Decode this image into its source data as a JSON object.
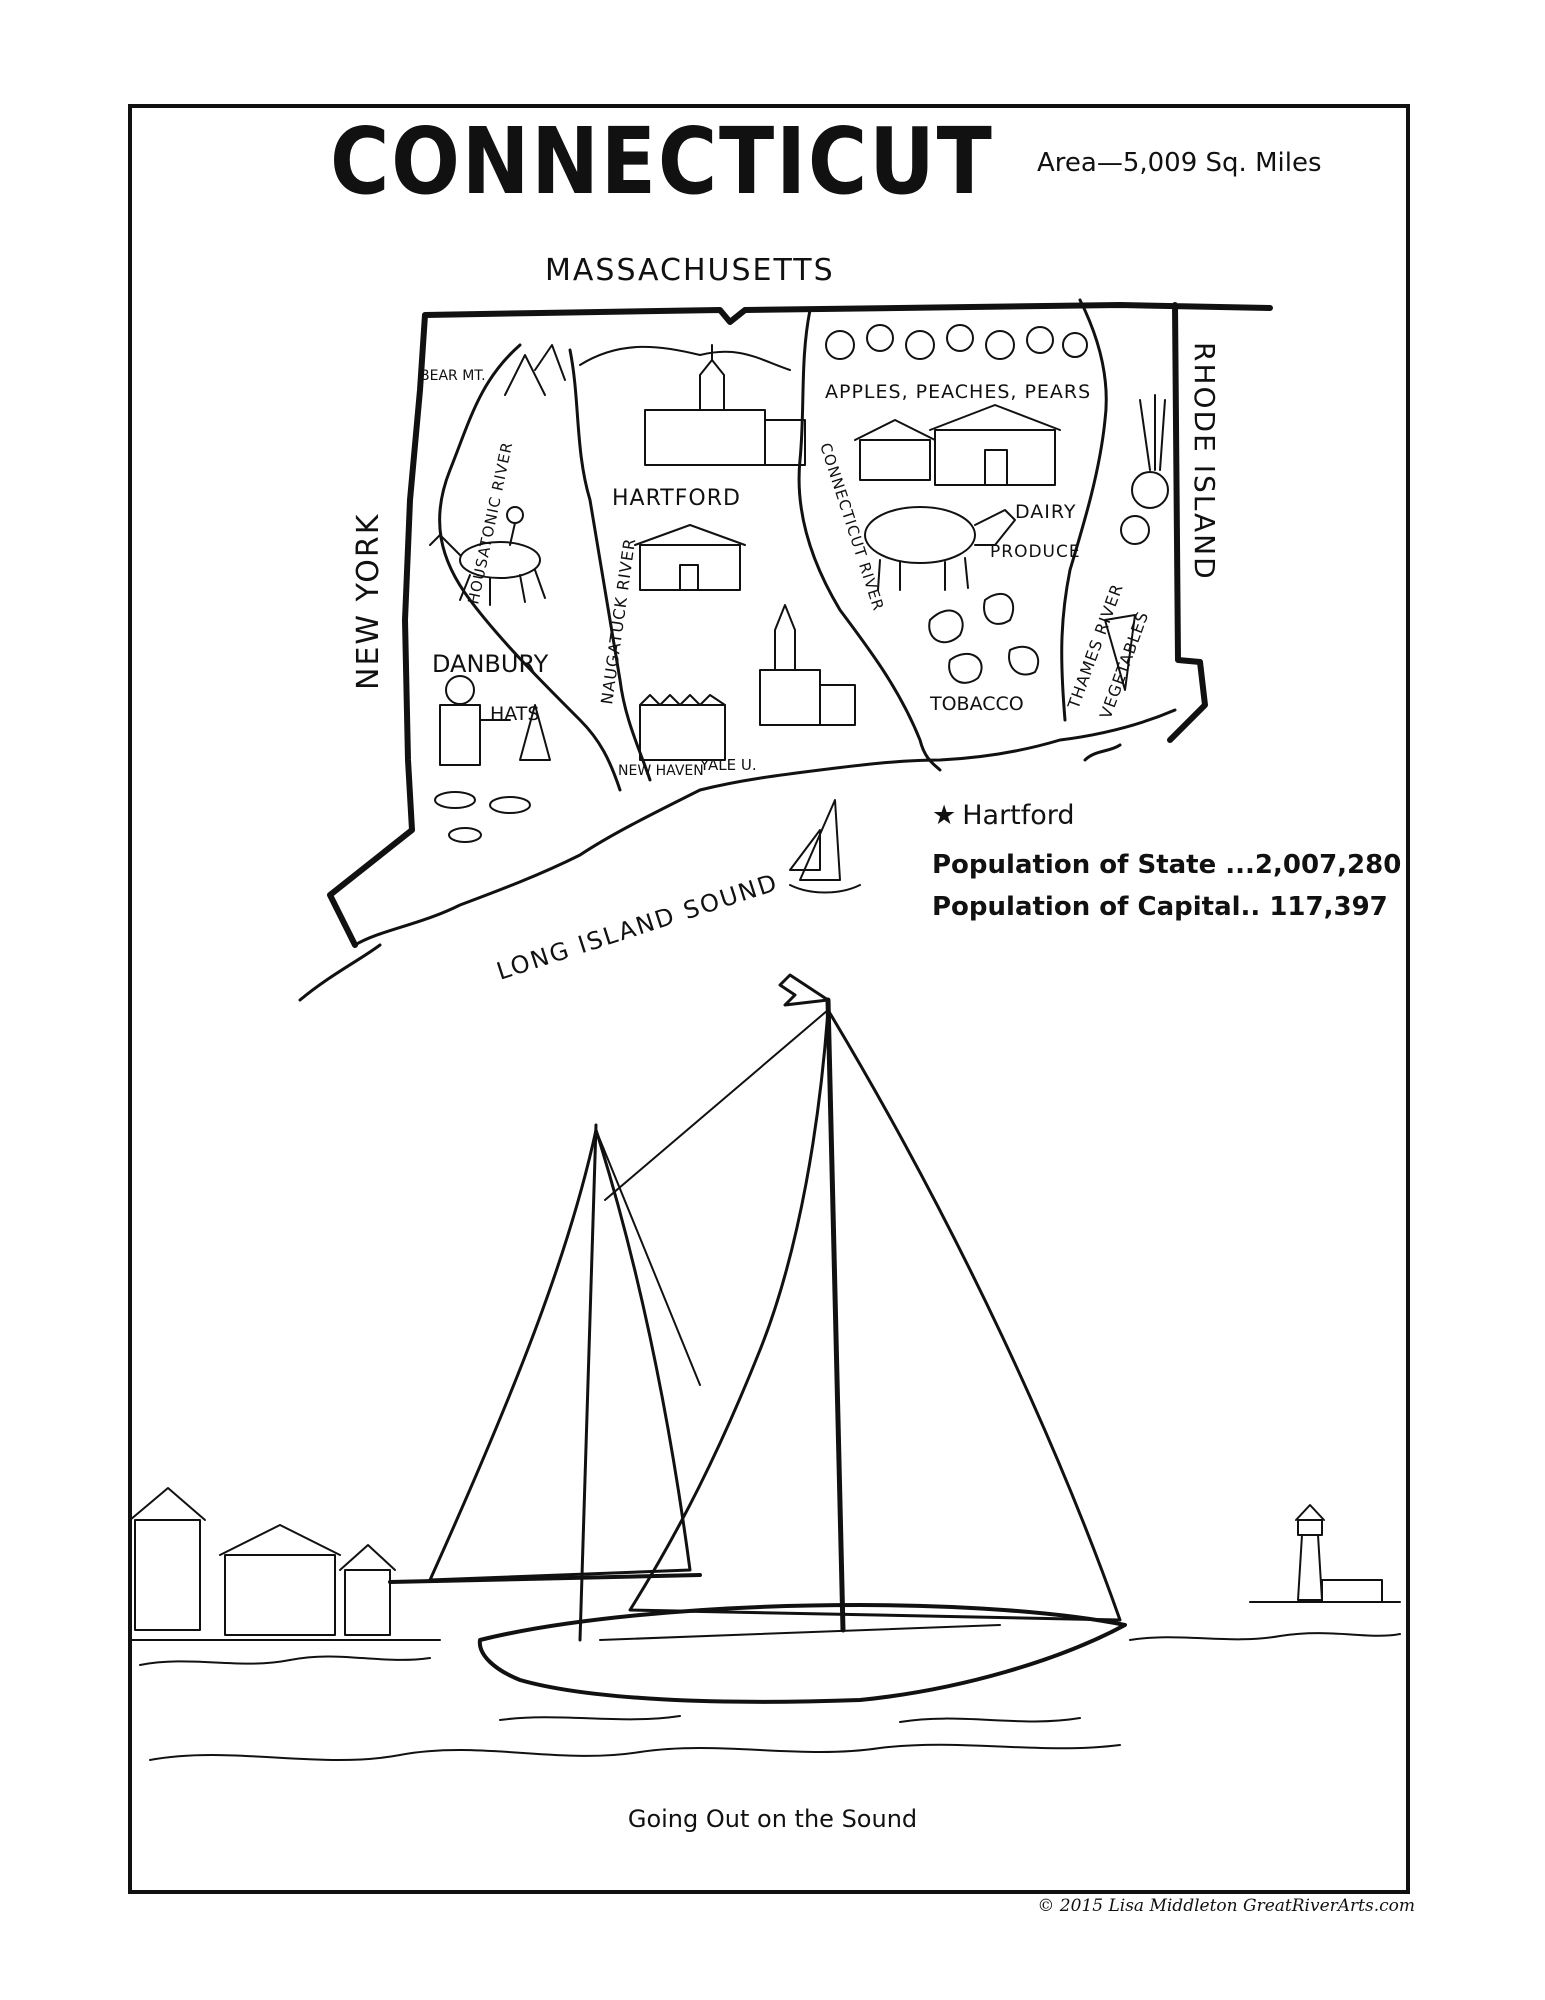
{
  "header": {
    "title": "CONNECTICUT",
    "area": "Area—5,009 Sq. Miles"
  },
  "map": {
    "neighbors": {
      "north": "MASSACHUSETTS",
      "east": "RHODE ISLAND",
      "west": "NEW YORK"
    },
    "water": "LONG ISLAND SOUND",
    "rivers": [
      "HOUSATONIC RIVER",
      "NAUGATUCK RIVER",
      "CONNECTICUT RIVER",
      "THAMES RIVER"
    ],
    "places": [
      "BEAR MT.",
      "HARTFORD",
      "DANBURY",
      "NEW HAVEN",
      "YALE U."
    ],
    "products": [
      "APPLES, PEACHES, PEARS",
      "DAIRY",
      "PRODUCE",
      "HATS",
      "TOBACCO",
      "VEGETABLES"
    ]
  },
  "facts": {
    "capital_star": "★",
    "capital": "Hartford",
    "population_state": "Population of State ...2,007,280",
    "population_capital": "Population of Capital.. 117,397"
  },
  "illustration": {
    "caption": "Going Out on the Sound"
  },
  "footer": {
    "copyright": "© 2015 Lisa Middleton  GreatRiverArts.com"
  },
  "colors": {
    "ink": "#111111",
    "paper": "#ffffff"
  }
}
